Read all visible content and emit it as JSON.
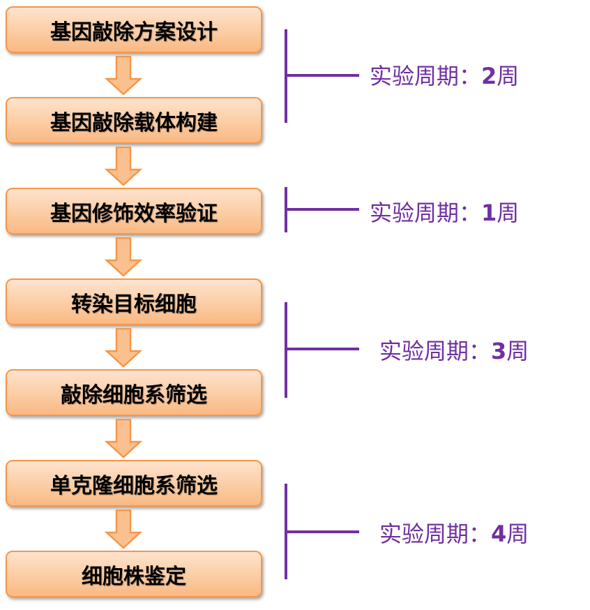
{
  "steps": [
    "基因敲除方案设计",
    "基因敲除载体构建",
    "基因修饰效率验证",
    "转染目标细胞",
    "敲除细胞系筛选",
    "单克隆细胞系筛选",
    "细胞株鉴定"
  ],
  "periods": [
    {
      "prefix": "实验周期：",
      "num": "2",
      "unit": "周"
    },
    {
      "prefix": "实验周期：",
      "num": "1",
      "unit": "周"
    },
    {
      "prefix": "实验周期：",
      "num": "3",
      "unit": "周"
    },
    {
      "prefix": "实验周期：",
      "num": "4",
      "unit": "周"
    }
  ],
  "colors": {
    "box_border": "#F79646",
    "box_fill": "#FBCFA8",
    "bracket": "#7030A0"
  }
}
